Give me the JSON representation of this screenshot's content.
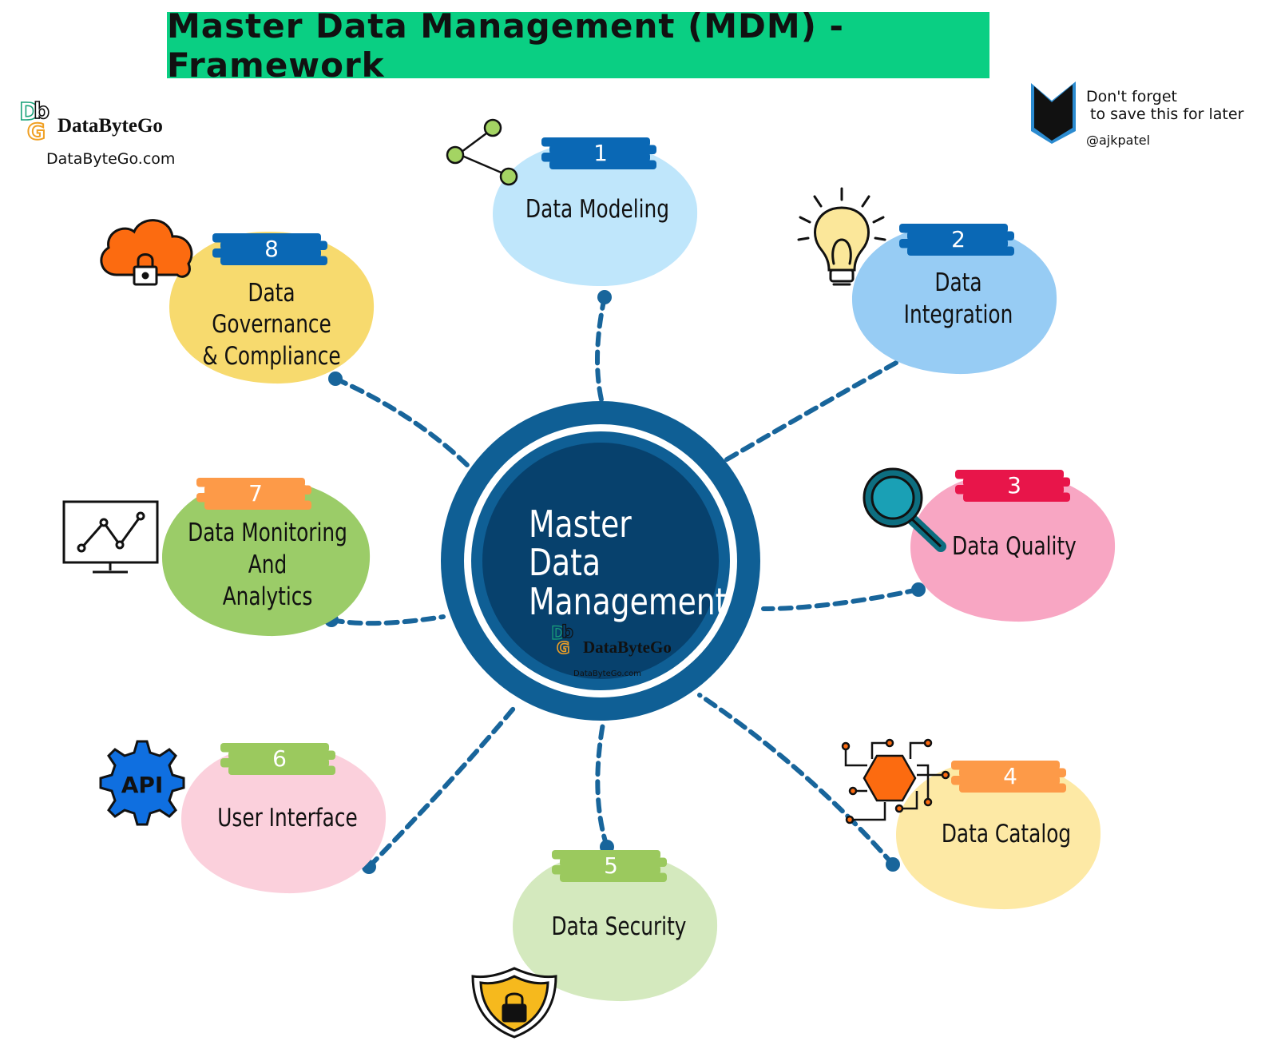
{
  "title": "Master Data Management (MDM) - Framework",
  "brand": {
    "name": "DataByteGo",
    "url": "DataByteGo.com"
  },
  "save_note": {
    "line1": "Don't forget",
    "line2": "to save this for later",
    "handle": "@ajkpatel"
  },
  "hub": {
    "lines": [
      "Master",
      "Data",
      "Management"
    ],
    "brand": "DataByteGo",
    "url": "DataByteGo.com"
  },
  "colors": {
    "title_bg": "#0acf83",
    "hub_outer": "#0f5f95",
    "hub_inner": "#07416d",
    "connector": "#18659b"
  },
  "nodes": [
    {
      "number": "1",
      "lines": [
        "Data Modeling"
      ],
      "fill": "#bfe6fb",
      "badge": "#0a68b5",
      "icon": "share-icon"
    },
    {
      "number": "2",
      "lines": [
        "Data Integration"
      ],
      "fill": "#97ccf4",
      "badge": "#0a68b5",
      "icon": "lightbulb-icon"
    },
    {
      "number": "3",
      "lines": [
        "Data Quality"
      ],
      "fill": "#f8a6c3",
      "badge": "#e8154a",
      "icon": "magnifier-icon"
    },
    {
      "number": "4",
      "lines": [
        "Data Catalog"
      ],
      "fill": "#fde9a5",
      "badge": "#fd9a48",
      "icon": "chip-icon"
    },
    {
      "number": "5",
      "lines": [
        "Data Security"
      ],
      "fill": "#d4e9be",
      "badge": "#9bc95e",
      "icon": "shield-lock-icon"
    },
    {
      "number": "6",
      "lines": [
        "User Interface"
      ],
      "fill": "#fbd0dc",
      "badge": "#9bc95e",
      "icon": "api-gear-icon"
    },
    {
      "number": "7",
      "lines": [
        "Data Monitoring",
        "And",
        "Analytics"
      ],
      "fill": "#9bcc68",
      "badge": "#fd9a48",
      "icon": "monitor-chart-icon"
    },
    {
      "number": "8",
      "lines": [
        "Data Governance",
        "& Compliance"
      ],
      "fill": "#f7da6e",
      "badge": "#0a68b5",
      "icon": "cloud-lock-icon"
    }
  ]
}
